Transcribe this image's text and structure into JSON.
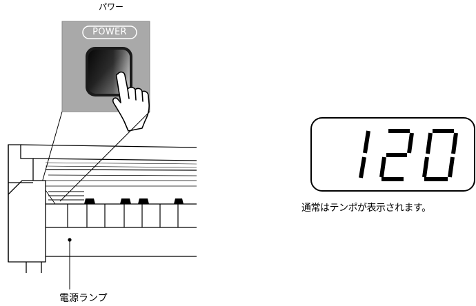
{
  "power": {
    "label_above": "パワー",
    "label_on_panel": "POWER"
  },
  "piano": {
    "lamp_label": "電源ランプ"
  },
  "display": {
    "tempo_value": "120",
    "caption": "通常はテンポが表示されます。"
  },
  "colors": {
    "panel": "#a8a8a8",
    "panel_border": "#888888",
    "button_dark": "#1a1a1a",
    "ink": "#000000",
    "background": "#ffffff"
  },
  "icons": [
    "hand-pointer-icon",
    "power-button-icon",
    "lamp-dot-icon"
  ]
}
